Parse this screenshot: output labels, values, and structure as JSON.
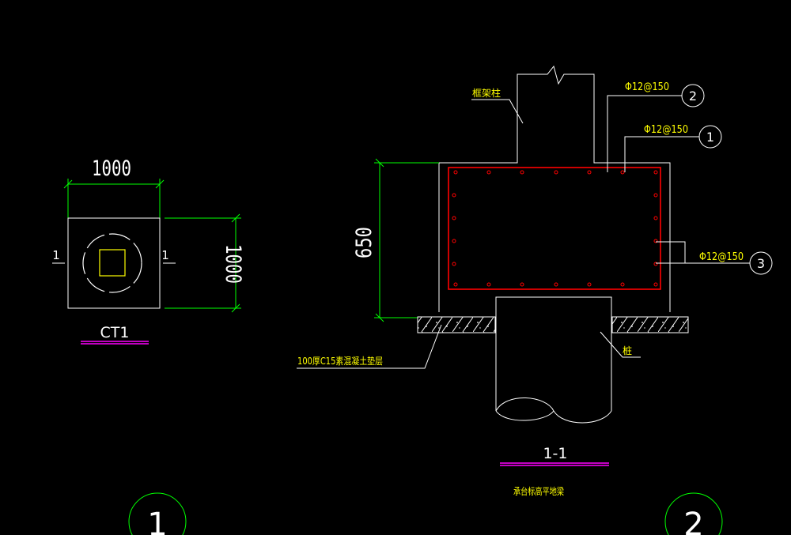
{
  "plan": {
    "dim_top": "1000",
    "dim_right": "1000",
    "section_mark_left": "1",
    "section_mark_right": "1",
    "name": "CT1"
  },
  "section": {
    "dim_height": "650",
    "label_column": "框架柱",
    "label_rebar_2": "Φ12@150",
    "bubble_2": "2",
    "label_rebar_1": "Φ12@150",
    "bubble_1": "1",
    "label_rebar_3": "Φ12@150",
    "bubble_3": "3",
    "label_pad": "100厚C15素混凝土垫层",
    "label_pile": "桩",
    "title": "1-1",
    "note": "承台标高平地梁"
  },
  "footer": {
    "circle_left": "1",
    "circle_right": "2"
  },
  "colors": {
    "background": "#000000",
    "outline": "#ffffff",
    "dimension": "#00ff00",
    "text_yellow": "#ffff00",
    "rebar": "#ff0000",
    "underline": "#ff00ff"
  }
}
